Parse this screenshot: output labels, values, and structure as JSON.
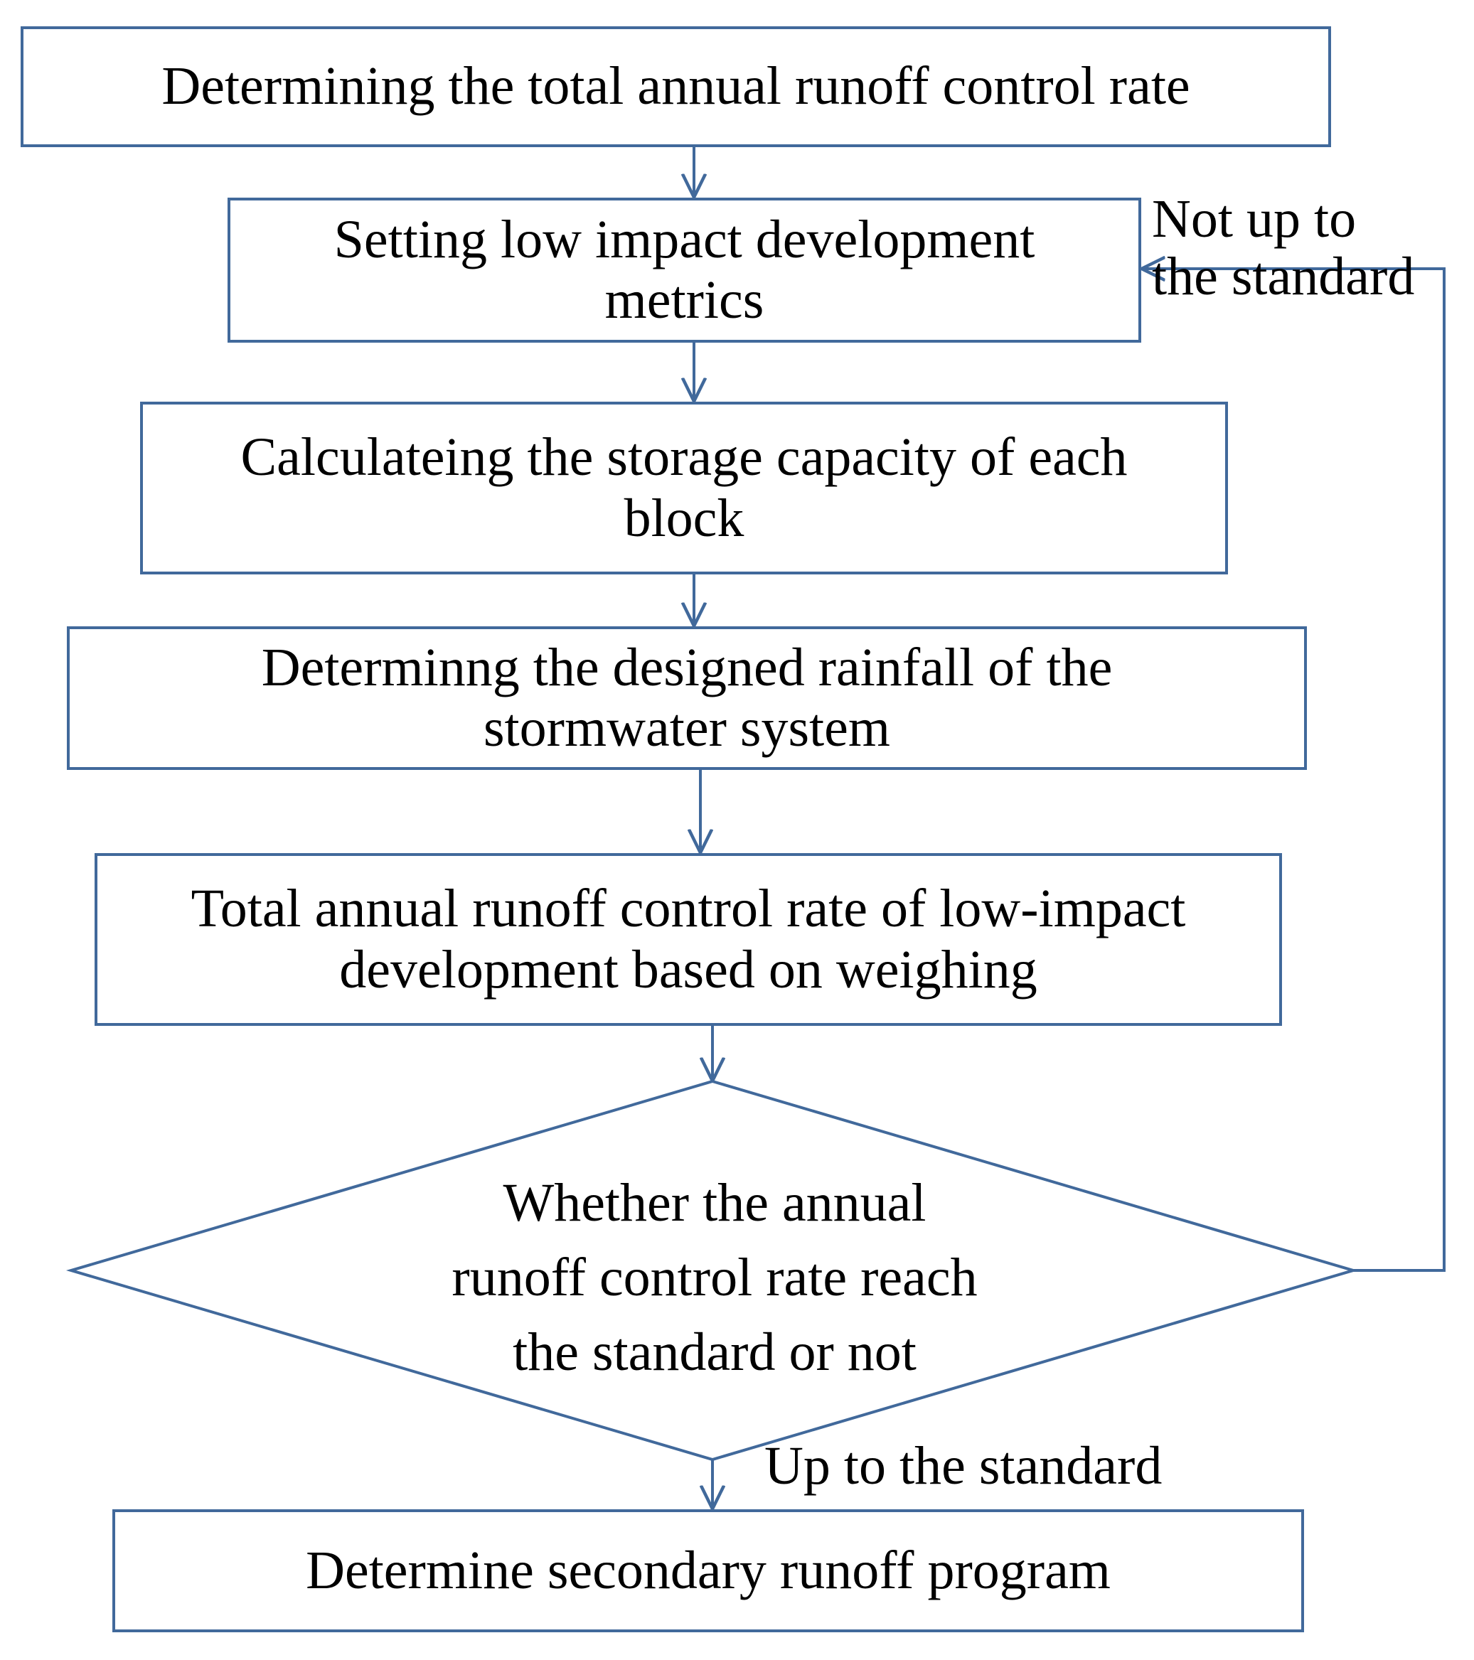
{
  "diagram": {
    "title": "Low impact development annual runoff control rate design flowchart",
    "type": "flowchart",
    "colors": {
      "node_border": "#41699b",
      "connector": "#41699b",
      "background": "#ffffff",
      "text": "#000000"
    },
    "nodes": [
      {
        "id": "n1",
        "shape": "rectangle",
        "label": "Determining the total annual runoff control rate"
      },
      {
        "id": "n2",
        "shape": "rectangle",
        "label": "Setting low impact development\nmetrics"
      },
      {
        "id": "n3",
        "shape": "rectangle",
        "label": "Calculateing the storage capacity of each\nblock"
      },
      {
        "id": "n4",
        "shape": "rectangle",
        "label": "Determinng the designed rainfall of the\nstormwater system"
      },
      {
        "id": "n5",
        "shape": "rectangle",
        "label": "Total annual runoff control rate of low-impact\ndevelopment based on weighing"
      },
      {
        "id": "d1",
        "shape": "diamond",
        "label": "Whether the annual\nrunoff control rate reach\nthe standard or not"
      },
      {
        "id": "n6",
        "shape": "rectangle",
        "label": "Determine secondary runoff program"
      }
    ],
    "edge_labels": {
      "not_up_to_standard": "Not up to\nthe standard",
      "up_to_standard": "Up to the standard"
    },
    "connections": [
      {
        "from": "n1",
        "to": "n2",
        "label": ""
      },
      {
        "from": "n2",
        "to": "n3",
        "label": ""
      },
      {
        "from": "n3",
        "to": "n4",
        "label": ""
      },
      {
        "from": "n4",
        "to": "n5",
        "label": ""
      },
      {
        "from": "n5",
        "to": "d1",
        "label": ""
      },
      {
        "from": "d1",
        "to": "n6",
        "label": "Up to the standard"
      },
      {
        "from": "d1",
        "to": "n2",
        "label": "Not up to the standard"
      }
    ]
  }
}
